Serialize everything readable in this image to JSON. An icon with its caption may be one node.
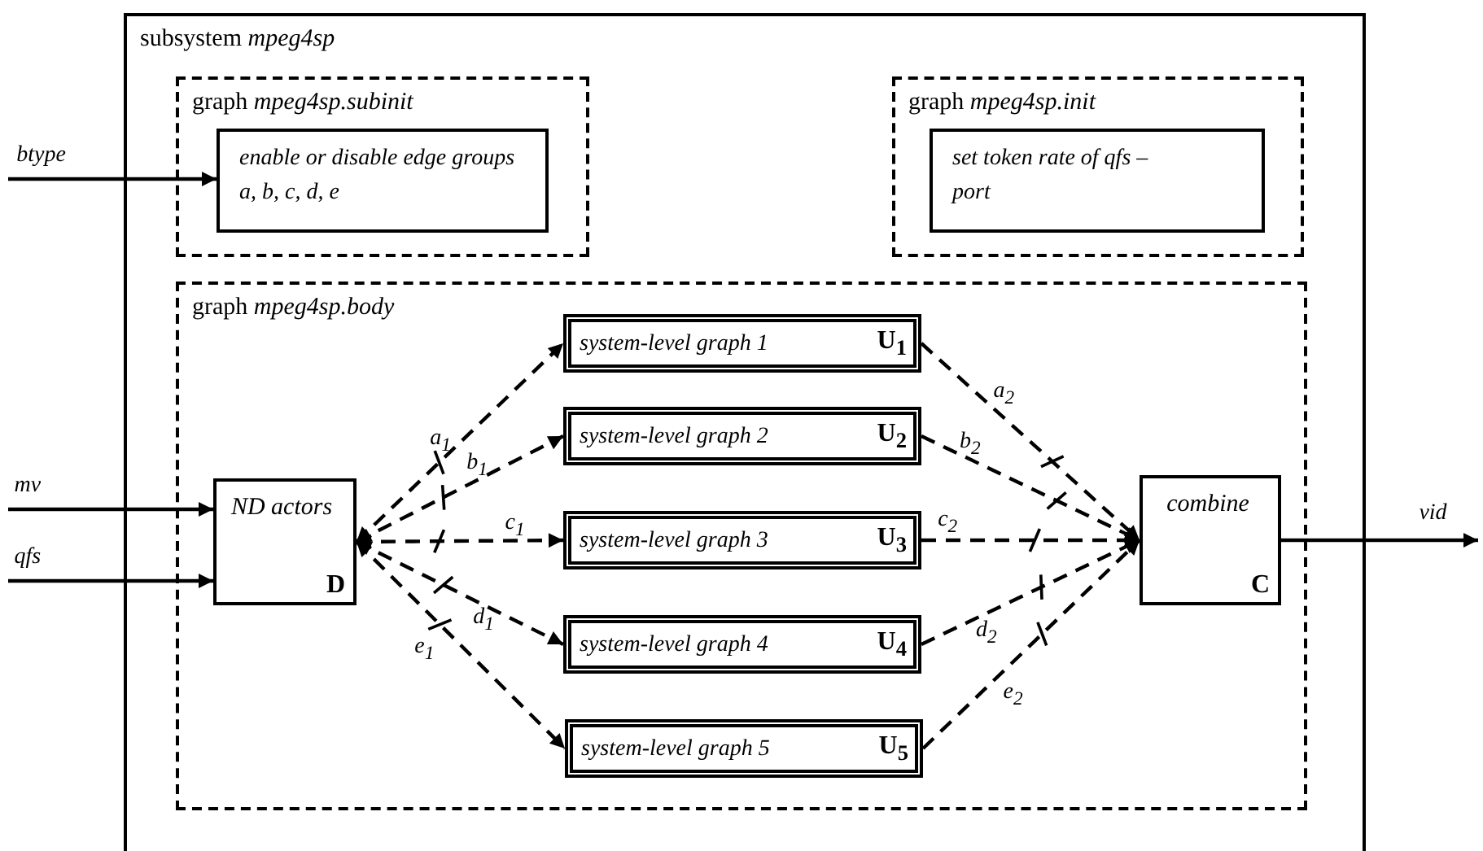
{
  "diagram": {
    "nodes": [
      {
        "text": [
          "subsystem *mpeg4sp*"
        ]
      },
      {
        "text": [
          "graph *mpeg4sp.subinit*"
        ],
        "in": 0
      },
      {
        "text": [
          "enable or disable edge groups a, b, c, d, e"
        ],
        "in": 1
      },
      {
        "text": [
          "graph *mpeg4sp.init*"
        ],
        "in": 0
      },
      {
        "text": [
          "set token rate  of qfs –port"
        ],
        "in": 3
      },
      {
        "text": [
          "graph *mpeg4sp.body*"
        ],
        "in": 0
      },
      {
        "text": [
          "ND actors",
          "D"
        ],
        "in": 5
      },
      {
        "text": [
          "system-level graph 1",
          "U$_{1}$"
        ],
        "in": 5
      },
      {
        "text": [
          "system-level graph 2",
          "U$_{2}$"
        ],
        "in": 5
      },
      {
        "text": [
          "system-level graph 3",
          "U$_{3}$"
        ],
        "in": 5
      },
      {
        "text": [
          "system-level graph 4",
          "U$_{4}$"
        ],
        "in": 5
      },
      {
        "text": [
          "system-level graph 5",
          "U$_{5}$"
        ],
        "in": 5
      },
      {
        "text": [
          "combine",
          "C"
        ],
        "in": 5
      }
    ],
    "edges": [
      {
        "from": null,
        "to": 2,
        "arrow": "to",
        "label": "btype"
      },
      {
        "from": null,
        "to": 6,
        "arrow": "to",
        "label": "mv"
      },
      {
        "from": null,
        "to": 6,
        "arrow": "to",
        "label": "qfs"
      },
      {
        "from": 6,
        "to": 7,
        "arrow": "both",
        "style": "dashed",
        "label": "a$_{1}$"
      },
      {
        "from": 6,
        "to": 8,
        "arrow": "both",
        "style": "dashed",
        "label": "b$_{1}$"
      },
      {
        "from": 6,
        "to": 9,
        "arrow": "both",
        "style": "dashed",
        "label": "c$_{1}$"
      },
      {
        "from": 6,
        "to": 10,
        "arrow": "both",
        "style": "dashed",
        "label": "d$_{1}$"
      },
      {
        "from": 6,
        "to": 11,
        "arrow": "both",
        "style": "dashed",
        "label": "e$_{1}$"
      },
      {
        "from": 7,
        "to": 12,
        "arrow": "to",
        "style": "dashed",
        "label": "a$_{2}$"
      },
      {
        "from": 8,
        "to": 12,
        "arrow": "to",
        "style": "dashed",
        "label": "b$_{2}$"
      },
      {
        "from": 9,
        "to": 12,
        "arrow": "to",
        "style": "dashed",
        "label": "c$_{2}$"
      },
      {
        "from": 10,
        "to": 12,
        "arrow": "to",
        "style": "dashed",
        "label": "d$_{2}$"
      },
      {
        "from": 11,
        "to": 12,
        "arrow": "to",
        "style": "dashed",
        "label": "e$_{2}$"
      },
      {
        "from": 12,
        "to": null,
        "arrow": "to",
        "label": "vid"
      }
    ]
  }
}
